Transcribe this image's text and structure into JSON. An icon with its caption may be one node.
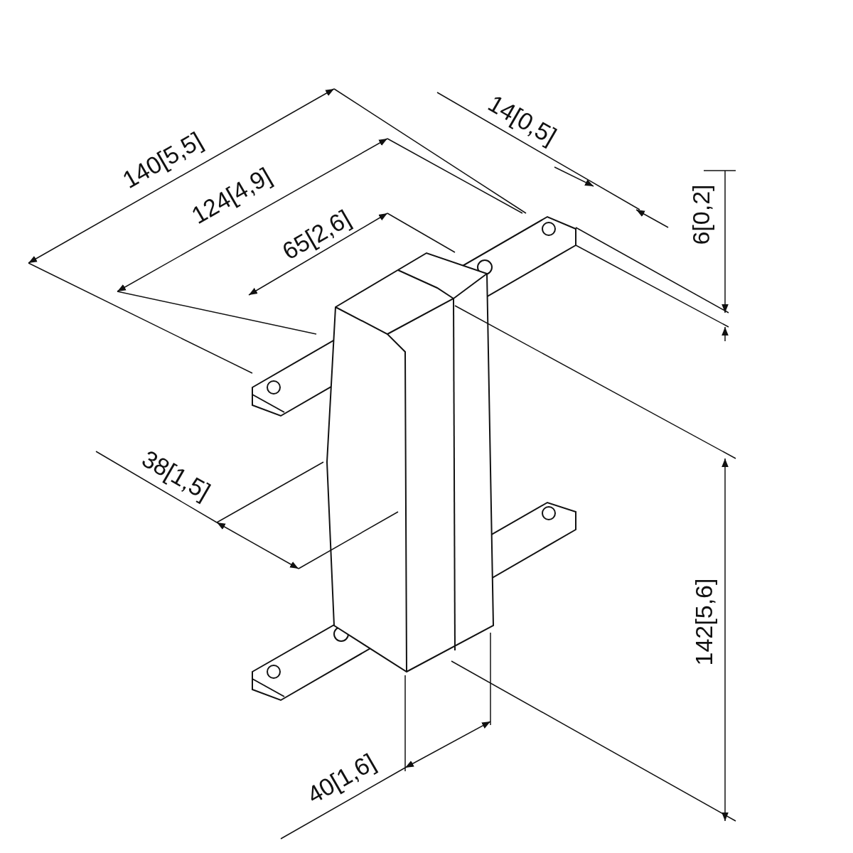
{
  "diagram": {
    "labels": [
      "14[0,5]",
      "140[5,5]",
      "124[4,9]",
      "65[2,6]",
      "6[0,2]",
      "38[1,5]",
      "142[5,6]",
      "40[1,6]"
    ]
  }
}
